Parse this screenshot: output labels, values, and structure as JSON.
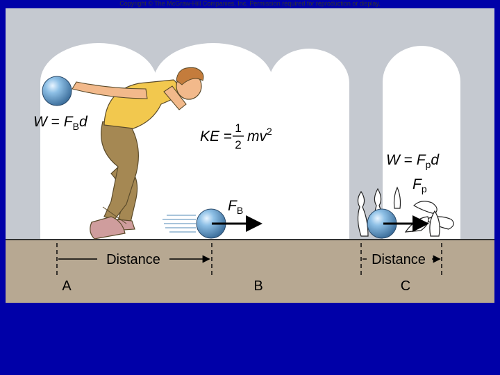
{
  "copyright": "Copyright © The McGraw-Hill Companies, Inc. Permission required for reproduction or display.",
  "labels": {
    "work_bowler_W": "W",
    "work_bowler_eq": " = ",
    "work_bowler_F": "F",
    "work_bowler_sub": "B",
    "work_bowler_d": "d",
    "ke_KE": "KE",
    "ke_eq": " = ",
    "ke_num": "1",
    "ke_den": "2",
    "ke_mv": "mv",
    "ke_exp": "2",
    "force_ball_F": "F",
    "force_ball_sub": "B",
    "work_pins_W": "W",
    "work_pins_eq": " = ",
    "work_pins_F": "F",
    "work_pins_sub": "p",
    "work_pins_d": "d",
    "force_pins_F": "F",
    "force_pins_sub": "p",
    "distance_left": "Distance",
    "distance_right": "Distance",
    "point_a": "A",
    "point_b": "B",
    "point_c": "C"
  },
  "colors": {
    "slide_bg": "#0000a8",
    "figure_bg": "#c5c9d0",
    "arch": "#ffffff",
    "floor": "#b7a892",
    "ball": "#6fa5cf",
    "shirt": "#f2c84e",
    "pants": "#a58853",
    "skin": "#f2b98b",
    "shoes": "#cf9d9d"
  }
}
